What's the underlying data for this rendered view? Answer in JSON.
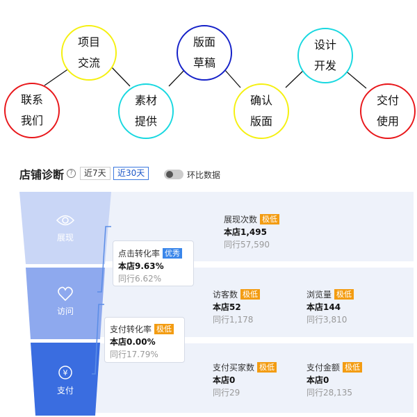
{
  "process": {
    "steps": [
      {
        "line1": "联系",
        "line2": "我们",
        "color": "#e8161a"
      },
      {
        "line1": "项目",
        "line2": "交流",
        "color": "#f5f010"
      },
      {
        "line1": "素材",
        "line2": "提供",
        "color": "#18d8e0"
      },
      {
        "line1": "版面",
        "line2": "草稿",
        "color": "#1420c8"
      },
      {
        "line1": "确认",
        "line2": "版面",
        "color": "#f5f010"
      },
      {
        "line1": "设计",
        "line2": "开发",
        "color": "#18d8e0"
      },
      {
        "line1": "交付",
        "line2": "使用",
        "color": "#e8161a"
      }
    ]
  },
  "dashboard": {
    "title": "店铺诊断",
    "help_icon": "?",
    "range_tabs": [
      "近7天",
      "近30天"
    ],
    "active_range": "近30天",
    "compare_toggle_label": "环比数据",
    "funnel": [
      {
        "label": "展现",
        "icon": "eye-icon"
      },
      {
        "label": "访问",
        "icon": "heart-icon"
      },
      {
        "label": "支付",
        "icon": "yen-icon"
      }
    ],
    "conversions": [
      {
        "title": "点击转化率",
        "badge": "优秀",
        "store": "本店9.63%",
        "peer": "同行6.62%"
      },
      {
        "title": "支付转化率",
        "badge": "极低",
        "store": "本店0.00%",
        "peer": "同行17.79%"
      }
    ],
    "metrics": {
      "impressions": {
        "label": "展现次数",
        "badge": "极低",
        "store": "本店1,495",
        "peer": "同行57,590"
      },
      "visitors": {
        "label": "访客数",
        "badge": "极低",
        "store": "本店52",
        "peer": "同行1,178"
      },
      "pageviews": {
        "label": "浏览量",
        "badge": "极低",
        "store": "本店144",
        "peer": "同行3,810"
      },
      "buyers": {
        "label": "支付买家数",
        "badge": "极低",
        "store": "本店0",
        "peer": "同行29"
      },
      "amount": {
        "label": "支付金额",
        "badge": "极低",
        "store": "本店0",
        "peer": "同行28,135"
      }
    },
    "colors": {
      "badge_low": "#f39c12",
      "badge_good": "#3a86ea",
      "funnel_top": "#c9d6f6",
      "funnel_mid": "#8ea9ee",
      "funnel_bottom": "#3a6de0"
    }
  }
}
